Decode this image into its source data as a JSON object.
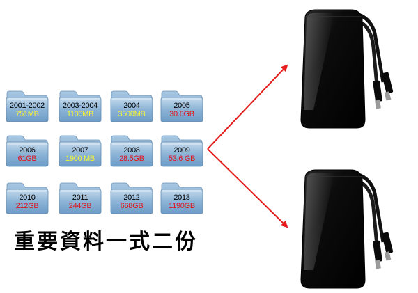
{
  "folders": [
    {
      "year": "2001-2002",
      "size": "751MB",
      "size_color": "#f6f630"
    },
    {
      "year": "2003-2004",
      "size": "1100MB",
      "size_color": "#f6f630"
    },
    {
      "year": "2004",
      "size": "3500MB",
      "size_color": "#f6f630"
    },
    {
      "year": "2005",
      "size": "30.6GB",
      "size_color": "#e0141b"
    },
    {
      "year": "2006",
      "size": "61GB",
      "size_color": "#e0141b"
    },
    {
      "year": "2007",
      "size": "1900 MB",
      "size_color": "#f6f630"
    },
    {
      "year": "2008",
      "size": "28.5GB",
      "size_color": "#e0141b"
    },
    {
      "year": "2009",
      "size": "53.6 GB",
      "size_color": "#e0141b"
    },
    {
      "year": "2010",
      "size": "212GB",
      "size_color": "#e0141b"
    },
    {
      "year": "2011",
      "size": "244GB",
      "size_color": "#e0141b"
    },
    {
      "year": "2012",
      "size": "668GB",
      "size_color": "#e0141b"
    },
    {
      "year": "2013",
      "size": "1190GB",
      "size_color": "#e0141b"
    }
  ],
  "caption": "重要資料一式二份",
  "arrow_color": "#e31b1b",
  "icons": [
    "folder-icon",
    "external-hard-drive-icon"
  ]
}
